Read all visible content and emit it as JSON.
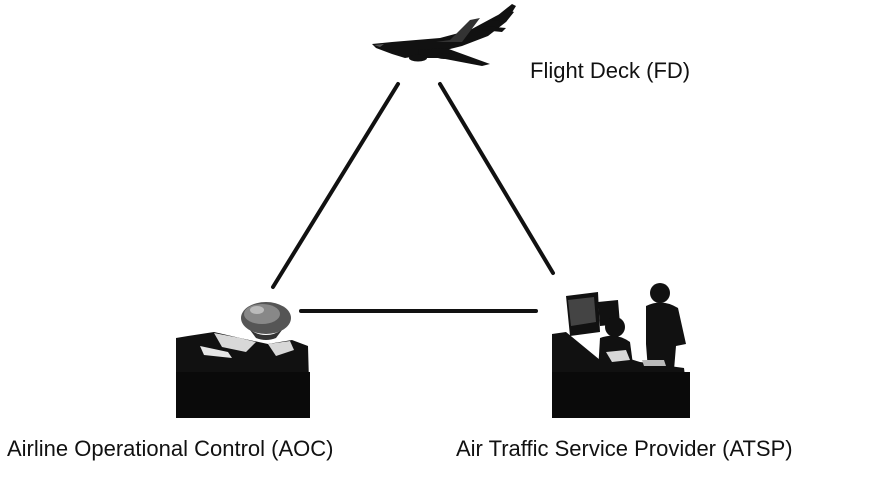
{
  "nodes": {
    "flight_deck": {
      "label": "Flight Deck (FD)",
      "icon": "airplane-icon"
    },
    "aoc": {
      "label": "Airline Operational Control (AOC)",
      "icon": "aoc-console-icon"
    },
    "atsp": {
      "label": "Air Traffic Service Provider (ATSP)",
      "icon": "atc-controllers-icon"
    }
  },
  "links": [
    {
      "from": "flight_deck",
      "to": "aoc"
    },
    {
      "from": "flight_deck",
      "to": "atsp"
    },
    {
      "from": "aoc",
      "to": "atsp"
    }
  ],
  "colors": {
    "line": "#111111",
    "icon_dark": "#111111",
    "icon_mid": "#555555",
    "icon_light": "#d8d8d8",
    "background": "#ffffff"
  }
}
